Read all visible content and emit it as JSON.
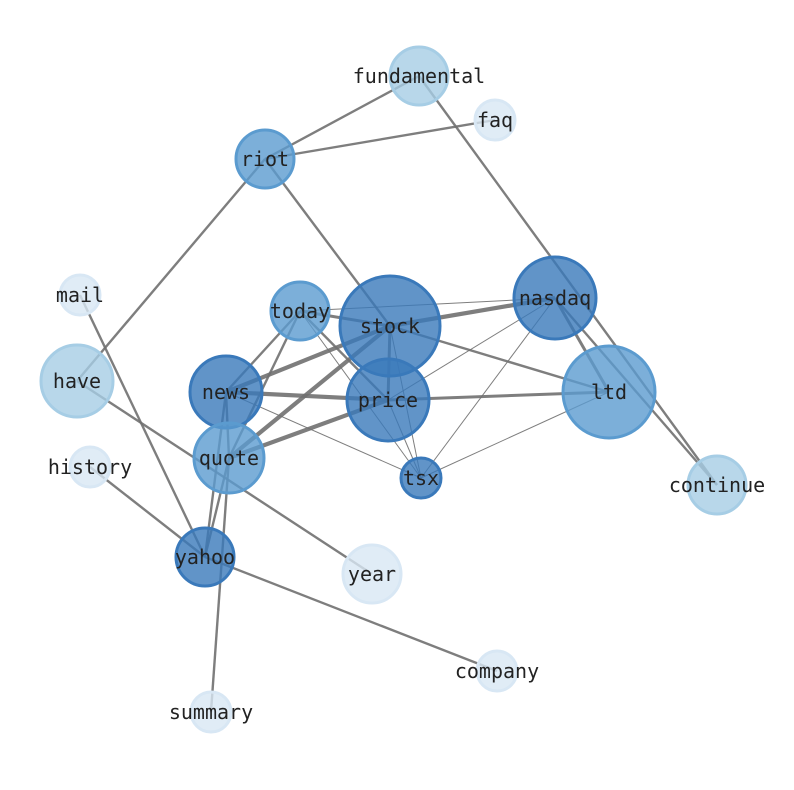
{
  "title": "",
  "nodes": [
    {
      "id": "stock",
      "label": "stock",
      "tier": 1
    },
    {
      "id": "price",
      "label": "price",
      "tier": 1
    },
    {
      "id": "nasdaq",
      "label": "nasdaq",
      "tier": 1
    },
    {
      "id": "ltd",
      "label": "ltd",
      "tier": 2
    },
    {
      "id": "news",
      "label": "news",
      "tier": 1
    },
    {
      "id": "quote",
      "label": "quote",
      "tier": 2
    },
    {
      "id": "today",
      "label": "today",
      "tier": 2
    },
    {
      "id": "yahoo",
      "label": "yahoo",
      "tier": 1
    },
    {
      "id": "tsx",
      "label": "tsx",
      "tier": 1
    },
    {
      "id": "riot",
      "label": "riot",
      "tier": 2
    },
    {
      "id": "fundamental",
      "label": "fundamental",
      "tier": 3
    },
    {
      "id": "faq",
      "label": "faq",
      "tier": 4
    },
    {
      "id": "mail",
      "label": "mail",
      "tier": 4
    },
    {
      "id": "have",
      "label": "have",
      "tier": 3
    },
    {
      "id": "history",
      "label": "history",
      "tier": 4
    },
    {
      "id": "continue",
      "label": "continue",
      "tier": 3
    },
    {
      "id": "year",
      "label": "year",
      "tier": 4
    },
    {
      "id": "company",
      "label": "company",
      "tier": 4
    },
    {
      "id": "summary",
      "label": "summary",
      "tier": 4
    }
  ],
  "edges": [
    [
      "fundamental",
      "riot",
      2
    ],
    [
      "riot",
      "faq",
      2
    ],
    [
      "fundamental",
      "continue",
      2
    ],
    [
      "riot",
      "stock",
      2
    ],
    [
      "riot",
      "have",
      2
    ],
    [
      "nasdaq",
      "ltd",
      3
    ],
    [
      "nasdaq",
      "continue",
      2
    ],
    [
      "today",
      "stock",
      3
    ],
    [
      "today",
      "nasdaq",
      1
    ],
    [
      "today",
      "news",
      2
    ],
    [
      "today",
      "quote",
      2
    ],
    [
      "today",
      "price",
      2
    ],
    [
      "today",
      "tsx",
      1
    ],
    [
      "stock",
      "nasdaq",
      4
    ],
    [
      "stock",
      "news",
      4
    ],
    [
      "stock",
      "quote",
      4
    ],
    [
      "stock",
      "price",
      3
    ],
    [
      "stock",
      "tsx",
      1
    ],
    [
      "stock",
      "ltd",
      2
    ],
    [
      "news",
      "price",
      4
    ],
    [
      "news",
      "tsx",
      1
    ],
    [
      "news",
      "quote",
      2
    ],
    [
      "news",
      "yahoo",
      2
    ],
    [
      "quote",
      "price",
      4
    ],
    [
      "quote",
      "yahoo",
      2
    ],
    [
      "quote",
      "summary",
      2
    ],
    [
      "price",
      "ltd",
      3
    ],
    [
      "price",
      "nasdaq",
      1
    ],
    [
      "price",
      "tsx",
      1
    ],
    [
      "nasdaq",
      "tsx",
      1
    ],
    [
      "ltd",
      "tsx",
      1
    ],
    [
      "mail",
      "yahoo",
      2
    ],
    [
      "history",
      "yahoo",
      2
    ],
    [
      "have",
      "year",
      2
    ],
    [
      "yahoo",
      "company",
      2
    ]
  ],
  "colors": {
    "tier1": "#3a79ba",
    "tier2": "#5b9bcf",
    "tier3": "#a6cde5",
    "tier4": "#d8e7f4",
    "edge": "#707070"
  }
}
